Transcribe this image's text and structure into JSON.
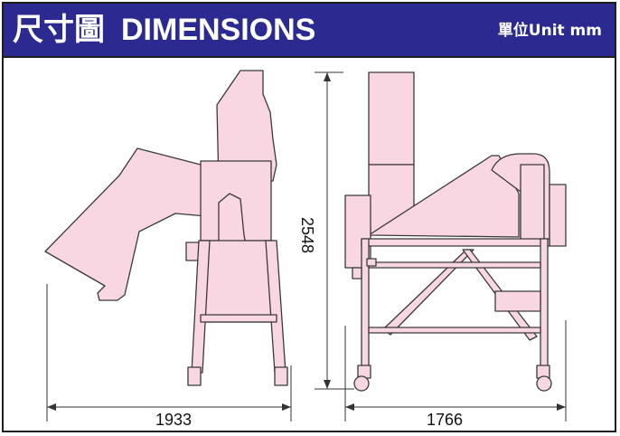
{
  "header": {
    "title_cn": "尺寸圖",
    "title_en": "DIMENSIONS",
    "unit": "單位Unit mm"
  },
  "dimensions": {
    "front_width": "1933",
    "side_width": "1766",
    "height": "2548"
  },
  "colors": {
    "header_bg": "#2a2a91",
    "machine_fill": "#f8d6e2",
    "outline": "#3a3a3a"
  }
}
